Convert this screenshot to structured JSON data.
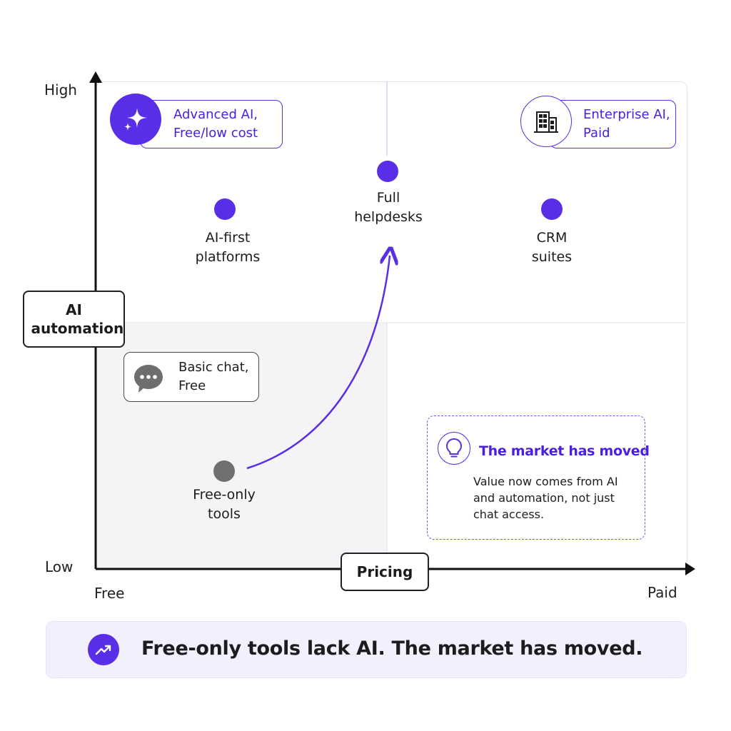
{
  "axes": {
    "y_title": "AI automation",
    "x_title": "Pricing",
    "y_high": "High",
    "y_low": "Low",
    "x_low": "Free",
    "x_high": "Paid"
  },
  "points": [
    {
      "label_line1": "AI-first",
      "label_line2": "platforms"
    },
    {
      "label_line1": "Full",
      "label_line2": "helpdesks"
    },
    {
      "label_line1": "CRM",
      "label_line2": "suites"
    },
    {
      "label_line1": "Free-only",
      "label_line2": "tools"
    }
  ],
  "callouts": {
    "advanced": {
      "line1": "Advanced AI,",
      "line2": "Free/low cost",
      "icon": "sparkle-icon"
    },
    "enterprise": {
      "line1": "Enterprise AI,",
      "line2": "Paid",
      "icon": "building-icon"
    },
    "basic": {
      "line1": "Basic chat,",
      "line2": "Free",
      "icon": "chat-bubble-icon"
    }
  },
  "insight": {
    "title": "The market has moved",
    "body": "Value now comes from AI and automation, not just chat access.",
    "icon": "lightbulb-icon"
  },
  "banner": {
    "text": "Free-only tools lack AI. The market has moved.",
    "icon": "trend-up-icon"
  },
  "colors": {
    "accent": "#5a2ee6",
    "neutral_point": "#707070",
    "banner_bg": "#f3f0fe"
  }
}
